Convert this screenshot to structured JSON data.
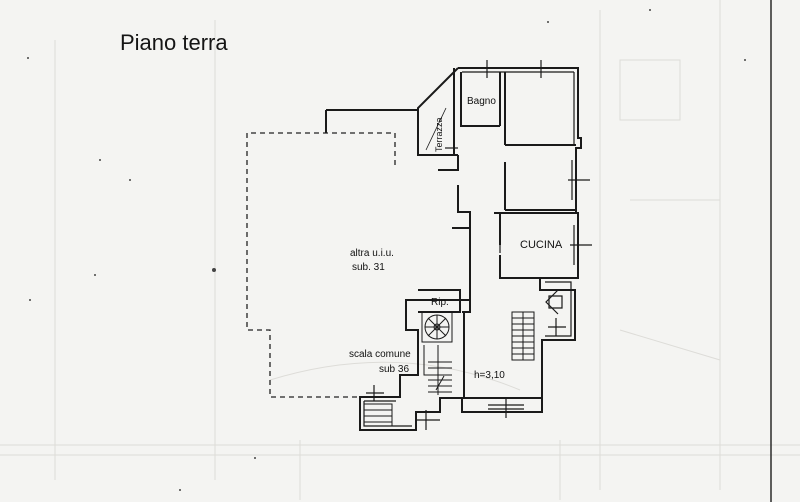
{
  "title": "Piano terra",
  "labels": {
    "bagno": "Bagno",
    "terrazza": "Terrazza",
    "cucina": "CUCINA",
    "altra_uiu": "altra u.i.u.",
    "sub31": "sub. 31",
    "rip": "Rip.",
    "scala_comune": "scala comune",
    "sub36": "sub 36",
    "height": "h=3,10"
  },
  "colors": {
    "wall": "#1a1a1a",
    "paper": "#f4f4f2",
    "ghost": "#dcdcd8"
  }
}
